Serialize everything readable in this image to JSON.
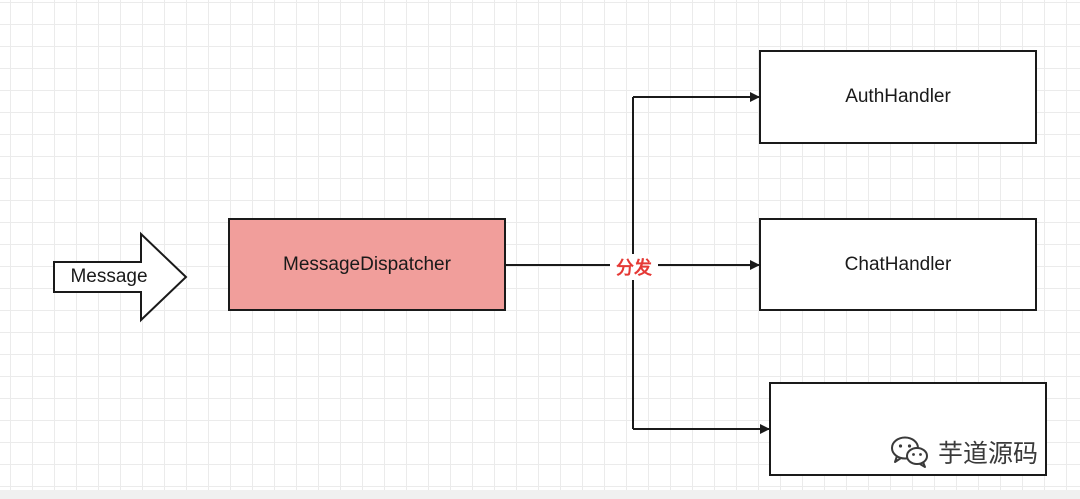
{
  "diagram": {
    "input_label": "Message",
    "dispatcher_label": "MessageDispatcher",
    "edge_label": "分发",
    "handlers": [
      "AuthHandler",
      "ChatHandler",
      ""
    ]
  },
  "watermark": {
    "text": "芋道源码",
    "icon": "wechat-icon"
  },
  "colors": {
    "dispatcher_fill": "#f19e9b",
    "edge_label": "#e53935",
    "stroke": "#1a1a1a",
    "grid": "#ebebeb"
  }
}
